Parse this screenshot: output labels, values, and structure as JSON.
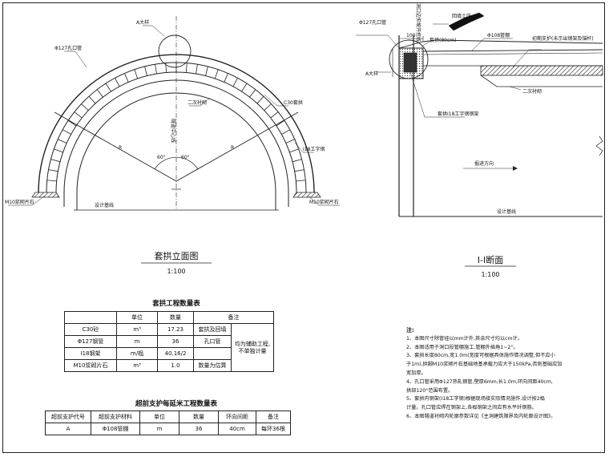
{
  "elevation": {
    "title": "套拱立面图",
    "scale": "1:100",
    "labels": {
      "a_arch": "A大样",
      "pipe127": "Φ127孔口管",
      "second_lining": "二次衬砌",
      "c30": "C30套拱",
      "i18": "I18工字钢",
      "m10_left": "M10浆砌片石",
      "m10_right": "M10浆砌片石",
      "centerline": "隧道中心线",
      "design_grade": "设计基线",
      "angle_left": "60°",
      "angle_right": "60°",
      "r_left": "R",
      "r_right": "R"
    }
  },
  "section": {
    "title": "Ⅰ-Ⅰ断面",
    "scale": "1:100",
    "labels": {
      "backfill": "回填土压",
      "pipe127": "Φ127孔口管",
      "pipe108": "Φ108管棚",
      "steel_ring": "套拱(80cm)",
      "initial_support": "初期支护(未示出钢架及锚杆)",
      "a_arch": "A大样",
      "second_lining": "二次衬砌",
      "i18_frame": "套拱I18工字钢钢架",
      "direction": "掘进方向",
      "design_grade": "设计基线",
      "dim_100": "100",
      "vertical_text": "洞口边仰坡开挖线"
    }
  },
  "table1": {
    "caption": "套拱工程数量表",
    "headers": [
      "",
      "单位",
      "数量",
      "备注"
    ],
    "rows": [
      [
        "C30砼",
        "m³",
        "17.23",
        "套拱及回填"
      ],
      [
        "Φ127钢管",
        "m",
        "36",
        "孔口管"
      ],
      [
        "I18钢架",
        "m/榀",
        "40.16/2",
        ""
      ],
      [
        "M10浆砌片石",
        "m³",
        "1.0",
        "数量为估算"
      ]
    ],
    "merged_note": "均为辅助工程,不单独计量"
  },
  "table2": {
    "caption": "超前支护每延米工程数量表",
    "headers": [
      "超前支护代号",
      "超前支护材料",
      "单位",
      "数量",
      "环向间距",
      "备注"
    ],
    "row": [
      "A",
      "Φ108管棚",
      "m",
      "36",
      "40cm",
      "每环36根"
    ]
  },
  "notes": {
    "heading": "注:",
    "lines": [
      "1、本图尺寸除管径以mm计外,其余尺寸均以cm计。",
      "2、本图适用于洞口段管棚施工,管棚外插角1~2°。",
      "3、套拱长度80cm,宽1.0m(宽度可根据具体施作情况调整,但不应小",
      "于1m),拱脚M10浆砌片石基础地基承载力应大于150kPa,否则基础应加",
      "宽加厚。",
      "4、孔口管采用Φ127热轧钢管,壁厚6mm,长1.0m,环向间距40cm,",
      "拱部120°范围布置。",
      "5、套拱内钢架(I18工字钢)根据现场接实际情况施作,设计按2榀",
      "计量。孔口管应焊在钢架上,各榀钢架之间应有水平纤钢筋。",
      "6、本图隧道衬砌内轮廓参数详见《主洞建筑限界及内轮廓设计图》。"
    ]
  }
}
